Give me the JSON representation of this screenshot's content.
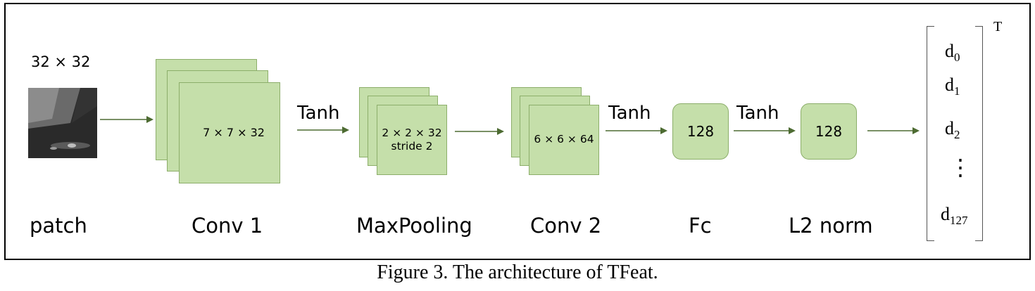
{
  "patch": {
    "size_label": "32 × 32",
    "name": "patch"
  },
  "conv1": {
    "name": "Conv 1",
    "inner_label": "7 × 7 × 32"
  },
  "act1": "Tanh",
  "maxpool": {
    "name": "MaxPooling",
    "inner_line1": "2 × 2 × 32",
    "inner_line2": "stride 2"
  },
  "conv2": {
    "name": "Conv 2",
    "inner_label": "6 × 6 × 64"
  },
  "act2": "Tanh",
  "fc": {
    "name": "Fc",
    "value": "128"
  },
  "act3": "Tanh",
  "l2norm": {
    "name": "L2 norm",
    "value": "128"
  },
  "output_vector": {
    "entries": [
      {
        "base": "d",
        "sub": "0"
      },
      {
        "base": "d",
        "sub": "1"
      },
      {
        "base": "d",
        "sub": "2"
      },
      {
        "base": "⋮",
        "sub": ""
      },
      {
        "base": "d",
        "sub": "127"
      }
    ],
    "transpose": "T"
  },
  "caption": "Figure 3. The architecture of TFeat.",
  "colors": {
    "block_fill": "#c5dfaa",
    "block_border": "#8cae6a",
    "arrow": "#4d6b32"
  }
}
